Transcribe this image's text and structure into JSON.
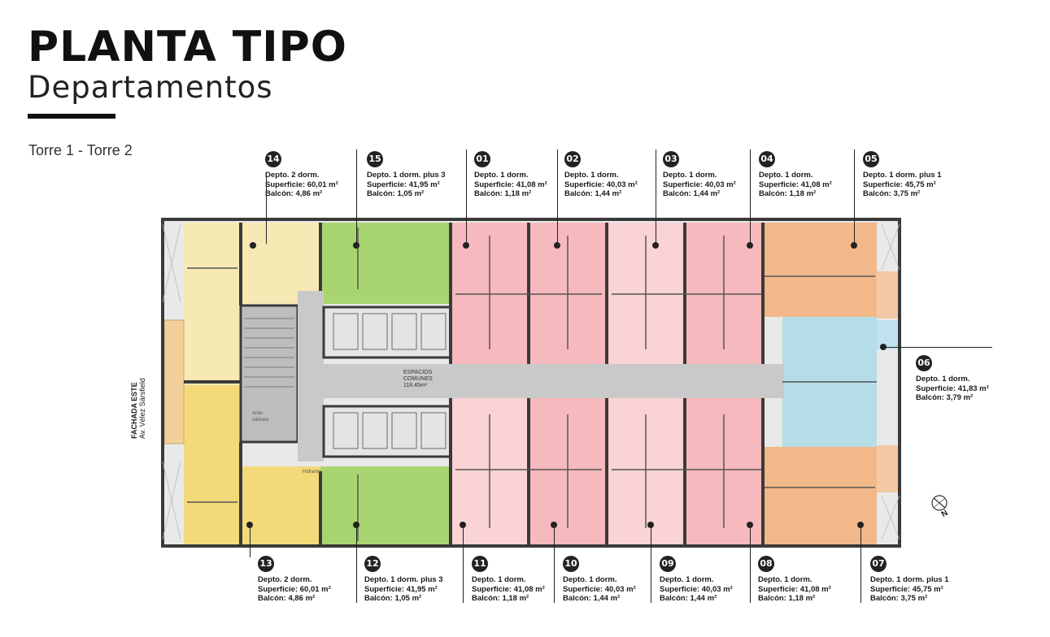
{
  "header": {
    "title": "PLANTA TIPO",
    "subtitle": "Departamentos",
    "towers": "Torre 1 - Torre 2"
  },
  "plan": {
    "facade_label": "FACHADA ESTE",
    "facade_street": "Av. Vélez Sársfield",
    "common_area": {
      "line1": "ESPACIOS",
      "line2": "COMUNES",
      "area": "118.45m²"
    },
    "antechamber": "Ante-cámara",
    "hydrant": "Hidrante",
    "compass_label": "N"
  },
  "colors": {
    "unit_2dorm": "#f7e9b4",
    "unit_2dorm_bottom": "#f3d97a",
    "unit_plus3": "#a8d56f",
    "unit_1dorm": "#f6b9bd",
    "unit_1dorm_light": "#fad3d5",
    "unit_plus1": "#f2b889",
    "unit_06": "#b4dde8",
    "corridor": "#c9c9c9",
    "walls": "#3a3a3a"
  },
  "units": [
    {
      "num": "14",
      "type": "Depto. 2 dorm.",
      "area": "Superficie: 60,01 m²",
      "balcony": "Balcón: 4,86 m²"
    },
    {
      "num": "15",
      "type": "Depto. 1 dorm. plus 3",
      "area": "Superficie: 41,95 m²",
      "balcony": "Balcón: 1,05 m²"
    },
    {
      "num": "01",
      "type": "Depto. 1 dorm.",
      "area": "Superficie: 41,08 m²",
      "balcony": "Balcón: 1,18 m²"
    },
    {
      "num": "02",
      "type": "Depto. 1 dorm.",
      "area": "Superficie: 40,03 m²",
      "balcony": "Balcón: 1,44 m²"
    },
    {
      "num": "03",
      "type": "Depto. 1 dorm.",
      "area": "Superficie: 40,03 m²",
      "balcony": "Balcón: 1,44 m²"
    },
    {
      "num": "04",
      "type": "Depto. 1 dorm.",
      "area": "Superficie: 41,08 m²",
      "balcony": "Balcón: 1,18 m²"
    },
    {
      "num": "05",
      "type": "Depto. 1 dorm. plus 1",
      "area": "Superficie: 45,75 m²",
      "balcony": "Balcón: 3,75 m²"
    },
    {
      "num": "06",
      "type": "Depto. 1 dorm.",
      "area": "Superficie: 41,83 m²",
      "balcony": "Balcón: 3,79 m²"
    },
    {
      "num": "13",
      "type": "Depto. 2 dorm.",
      "area": "Superficie: 60,01 m²",
      "balcony": "Balcón: 4,86 m²"
    },
    {
      "num": "12",
      "type": "Depto. 1 dorm. plus 3",
      "area": "Superficie: 41,95 m²",
      "balcony": "Balcón: 1,05 m²"
    },
    {
      "num": "11",
      "type": "Depto. 1 dorm.",
      "area": "Superficie: 41,08 m²",
      "balcony": "Balcón: 1,18 m²"
    },
    {
      "num": "10",
      "type": "Depto. 1 dorm.",
      "area": "Superficie: 40,03 m²",
      "balcony": "Balcón: 1,44 m²"
    },
    {
      "num": "09",
      "type": "Depto. 1 dorm.",
      "area": "Superficie: 40,03 m²",
      "balcony": "Balcón: 1,44 m²"
    },
    {
      "num": "08",
      "type": "Depto. 1 dorm.",
      "area": "Superficie: 41,08 m²",
      "balcony": "Balcón: 1,18 m²"
    },
    {
      "num": "07",
      "type": "Depto. 1 dorm. plus 1",
      "area": "Superficie: 45,75 m²",
      "balcony": "Balcón: 3,75 m²"
    }
  ]
}
